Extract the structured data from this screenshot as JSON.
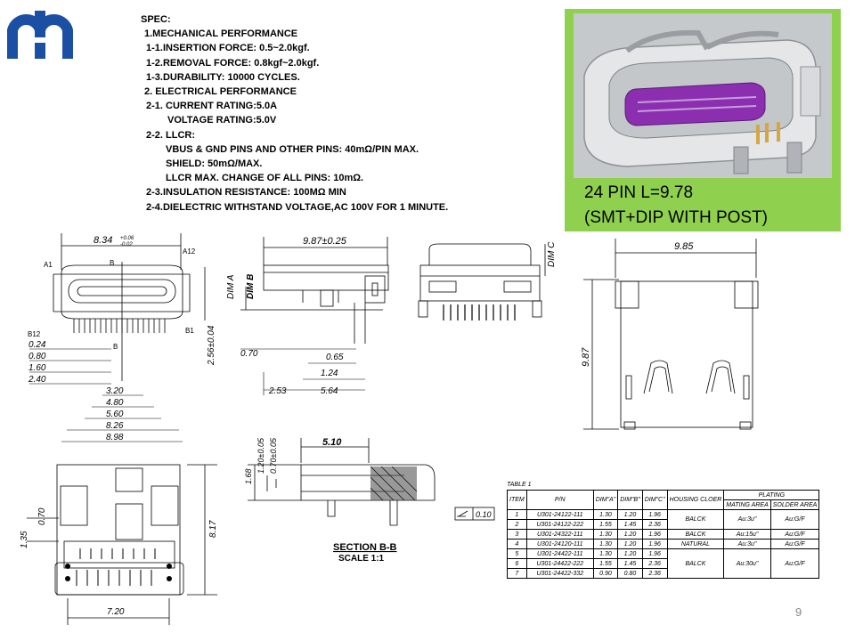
{
  "spec": {
    "title": "SPEC:",
    "lines": [
      "1.MECHANICAL  PERFORMANCE",
      "1-1.INSERTION  FORCE: 0.5~2.0kgf.",
      "1-2.REMOVAL FORCE: 0.8kgf~2.0kgf.",
      "1-3.DURABILITY:  10000 CYCLES.",
      "2. ELECTRICAL  PERFORMANCE",
      "2-1. CURRENT  RATING:5.0A",
      "VOLTAGE RATING:5.0V",
      "2-2. LLCR:",
      "VBUS & GND PINS AND OTHER PINS: 40mΩ/PIN MAX.",
      "SHIELD:  50mΩ/MAX.",
      "LLCR MAX. CHANGE OF ALL PINS: 10mΩ.",
      "2-3.INSULATION  RESISTANCE:  100MΩ  MIN",
      "2-4.DIELECTRIC  WITHSTAND  VOLTAGE,AC  100V FOR 1 MINUTE."
    ]
  },
  "caption": {
    "line1": "24 PIN L=9.78",
    "line2": "(SMT+DIP WITH POST)"
  },
  "front_view": {
    "top_dim": "8.34",
    "tol_upper": "+0.06",
    "tol_lower": "-0.02",
    "label_a1": "A1",
    "label_a12": "A12",
    "label_b": "B",
    "label_b12": "B12",
    "label_b1": "B1",
    "height_dim": "2.56±0.04",
    "left_dims": [
      "0.24",
      "0.80",
      "1.60",
      "2.40"
    ],
    "bottom_dims": [
      "3.20",
      "4.80",
      "5.60",
      "8.26",
      "8.98"
    ]
  },
  "side_view": {
    "top_dim": "9.87±0.25",
    "dim_a": "DIM A",
    "dim_b": "DIM B",
    "dims": [
      "0.70",
      "0.65",
      "1.24",
      "2.53",
      "5.64"
    ]
  },
  "end_view": {
    "dim_c": "DIM C"
  },
  "top_view": {
    "width_dim": "9.85",
    "height_dim": "9.87"
  },
  "bottom_view": {
    "dims_left": [
      "1.35",
      "0.70"
    ],
    "height_dim": "8.17",
    "width_dim": "7.20"
  },
  "section": {
    "top_dim": "5.10",
    "vertical_dims": [
      "1.68",
      "1.20±0.05",
      "0.70±0.05"
    ],
    "flatness": "0.10",
    "title": "SECTION  B-B",
    "scale": "SCALE  1:1"
  },
  "table": {
    "title": "TABLE  1",
    "plating_header": "PLATING",
    "headers": [
      "ITEM",
      "P/N",
      "DIM\"A\"",
      "DIM\"B\"",
      "DIM\"C\"",
      "HOUSING CLOER",
      "MATING AREA",
      "SOLDER AREA"
    ],
    "rows": [
      [
        "1",
        "U301-24122-111",
        "1.30",
        "1.20",
        "1.96"
      ],
      [
        "2",
        "U301-24122-222",
        "1.55",
        "1.45",
        "2.36"
      ],
      [
        "3",
        "U301-24322-111",
        "1.30",
        "1.20",
        "1.96"
      ],
      [
        "4",
        "U301-24120-111",
        "1.30",
        "1.20",
        "1.96"
      ],
      [
        "5",
        "U301-24422-111",
        "1.30",
        "1.20",
        "1.96"
      ],
      [
        "6",
        "U301-24422-222",
        "1.55",
        "1.45",
        "2.36"
      ],
      [
        "7",
        "U301-24422-332",
        "0.90",
        "0.80",
        "2.36"
      ]
    ],
    "color_groups": [
      "BALCK",
      "BALCK",
      "NATURAL",
      "BALCK"
    ],
    "mating_groups": [
      "Au:3u\"",
      "Au:15u\"",
      "Au:3u\"",
      "Au:30u\""
    ],
    "solder_groups": [
      "Au:G/F",
      "Au:G/F",
      "Au:G/F",
      "Au:G/F"
    ]
  },
  "page_number": "9",
  "colors": {
    "logo": "#1b4fa3",
    "panel": "#8fd14f",
    "connector_pins": "#8b2fb0"
  }
}
